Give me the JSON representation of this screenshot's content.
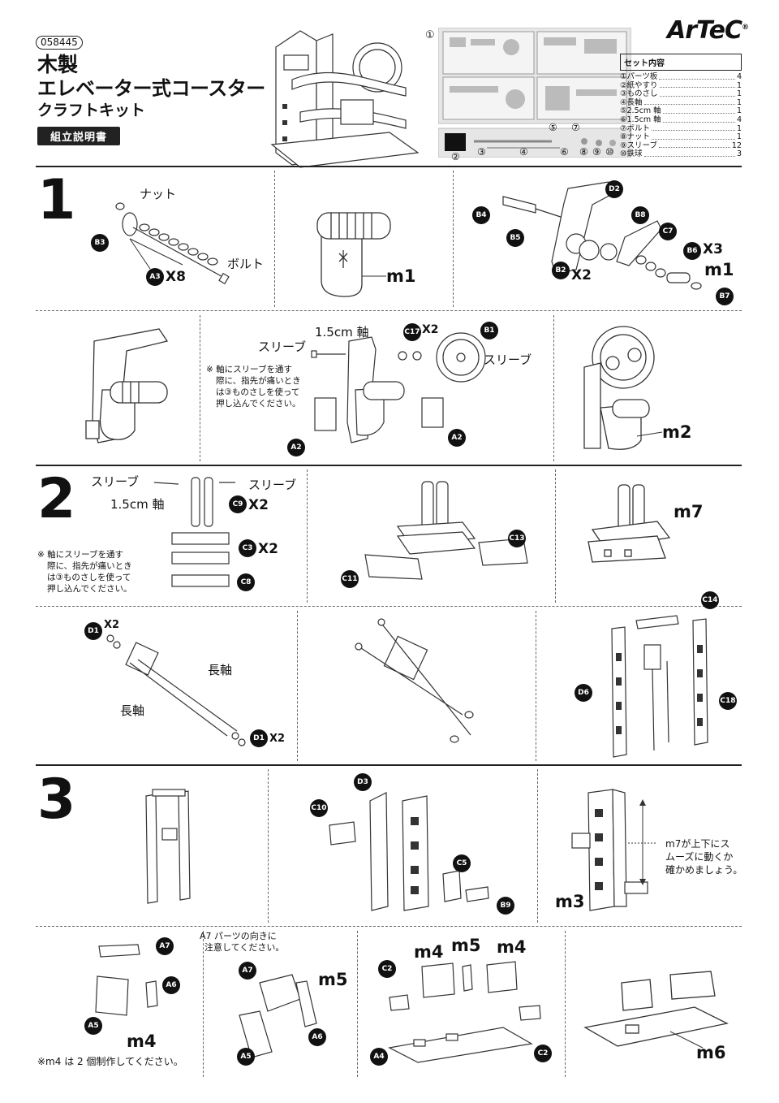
{
  "header": {
    "code": "058445",
    "title_line1": "木製",
    "title_line2": "エレベーター式コースター",
    "title_line3": "クラフトキット",
    "manual_label": "組立説明書",
    "logo": "ArTeC",
    "logo_mark": "®"
  },
  "parts_photo": {
    "numbers": [
      "①",
      "②",
      "③",
      "④",
      "⑤",
      "⑥",
      "⑦",
      "⑧",
      "⑨",
      "⑩"
    ]
  },
  "set_contents": {
    "heading": "セット内容",
    "items": [
      {
        "name": "①パーツ板",
        "qty": "4"
      },
      {
        "name": "②紙やすり",
        "qty": "1"
      },
      {
        "name": "③ものさし",
        "qty": "1"
      },
      {
        "name": "④長軸",
        "qty": "1"
      },
      {
        "name": "⑤2.5cm 軸",
        "qty": "1"
      },
      {
        "name": "⑥1.5cm 軸",
        "qty": "4"
      },
      {
        "name": "⑦ボルト",
        "qty": "1"
      },
      {
        "name": "⑧ナット",
        "qty": "1"
      },
      {
        "name": "⑨スリーブ",
        "qty": "12"
      },
      {
        "name": "⑩鉄球",
        "qty": "3"
      }
    ]
  },
  "step1": {
    "number": "1",
    "nut": "ナット",
    "bolt": "ボルト",
    "a3": "A3",
    "b3": "B3",
    "x8": "X8",
    "m1": "m1",
    "d2": "D2",
    "b4": "B4",
    "b5": "B5",
    "b8": "B8",
    "c7": "C7",
    "b6": "B6",
    "x3": "X3",
    "b2": "B2",
    "x2": "X2",
    "b7": "B7",
    "m1b": "m1",
    "sleeve_left": "スリーブ",
    "shaft": "1.5cm 軸",
    "c17": "C17",
    "x2b": "X2",
    "b1": "B1",
    "sleeve_right": "スリーブ",
    "note": [
      "※ 軸にスリーブを通す",
      "際に、指先が痛いとき",
      "は③ものさしを使って",
      "押し込んでください。"
    ],
    "a2_left": "A2",
    "a2_right": "A2",
    "m2": "m2"
  },
  "step2": {
    "number": "2",
    "sleeve_left": "スリーブ",
    "sleeve_right": "スリーブ",
    "shaft": "1.5cm 軸",
    "c9": "C9",
    "x2a": "X2",
    "c3": "C3",
    "x2b": "X2",
    "c8": "C8",
    "note": [
      "※ 軸にスリーブを通す",
      "際に、指先が痛いとき",
      "は③ものさしを使って",
      "押し込んでください。"
    ],
    "c13": "C13",
    "c11": "C11",
    "m7": "m7",
    "d1a": "D1",
    "x2c": "X2",
    "long1": "長軸",
    "long2": "長軸",
    "d1b": "D1",
    "x2d": "X2",
    "c14": "C14",
    "d6": "D6",
    "c18": "C18"
  },
  "step3": {
    "number": "3",
    "d3": "D3",
    "c10": "C10",
    "c5": "C5",
    "b9": "B9",
    "note": [
      "m7が上下にス",
      "ムーズに動くか",
      "確かめましょう。"
    ],
    "m3": "m3",
    "a7a": "A7",
    "a6a": "A6",
    "a5a": "A5",
    "m4a": "m4",
    "note_a7": [
      "A7 パーツの向きに",
      "注意してください。"
    ],
    "note_m4": "※m4 は 2 個制作してください。",
    "a7b": "A7",
    "m5a": "m5",
    "a5b": "A5",
    "a6b": "A6",
    "c2a": "C2",
    "m4b": "m4",
    "m5b": "m5",
    "m4c": "m4",
    "a4": "A4",
    "c2b": "C2",
    "m6": "m6"
  }
}
